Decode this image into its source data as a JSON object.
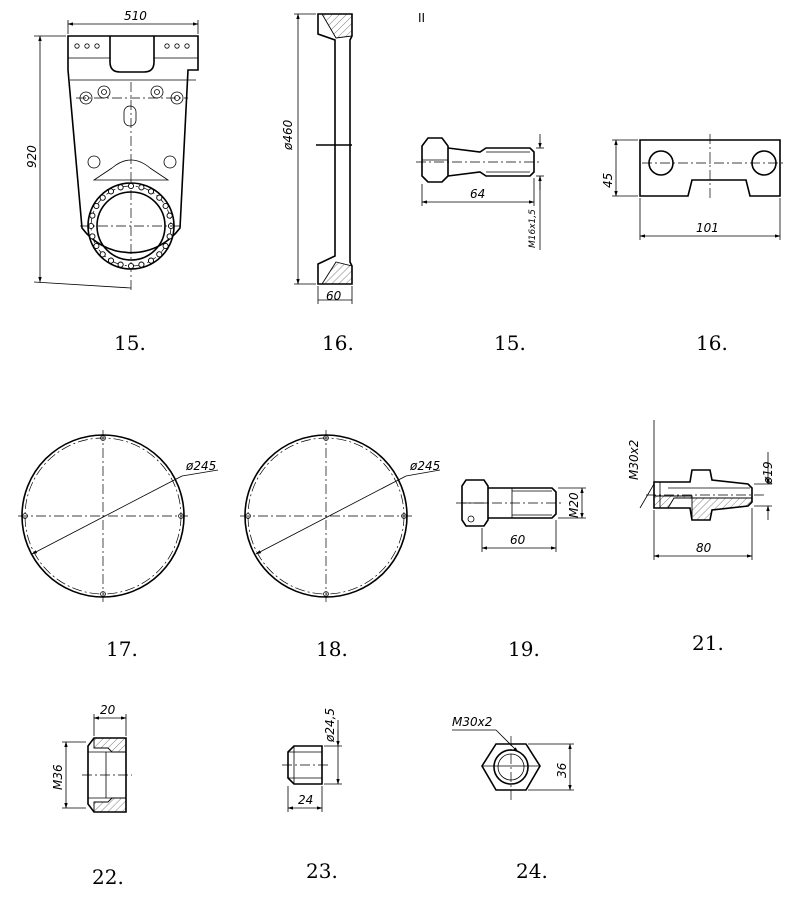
{
  "sheet_mark": "II",
  "figures": [
    {
      "label": "15.",
      "dims": [
        "510",
        "920"
      ]
    },
    {
      "label": "16.",
      "dims": [
        "ø460",
        "60"
      ]
    },
    {
      "label": "15.",
      "dims": [
        "64",
        "M16x1,5"
      ]
    },
    {
      "label": "16.",
      "dims": [
        "45",
        "101"
      ]
    },
    {
      "label": "17.",
      "dims": [
        "ø245"
      ]
    },
    {
      "label": "18.",
      "dims": [
        "ø245"
      ]
    },
    {
      "label": "19.",
      "dims": [
        "60",
        "M20"
      ]
    },
    {
      "label": "21.",
      "dims": [
        "M30x2",
        "ø19",
        "80"
      ]
    },
    {
      "label": "22.",
      "dims": [
        "20",
        "M36"
      ]
    },
    {
      "label": "23.",
      "dims": [
        "ø24,5",
        "24"
      ]
    },
    {
      "label": "24.",
      "dims": [
        "M30x2",
        "36"
      ]
    }
  ]
}
